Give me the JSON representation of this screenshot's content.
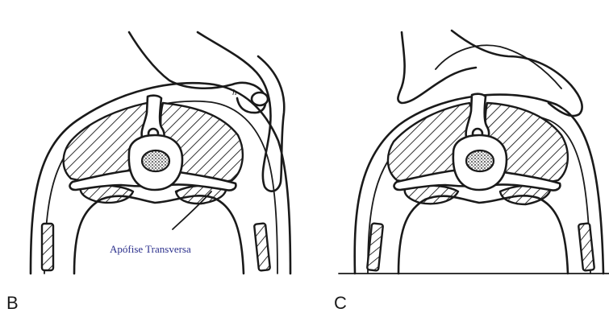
{
  "figure": {
    "panels": [
      {
        "letter": "B",
        "callout": "Apófise Transversa",
        "finger_mark": "h"
      },
      {
        "letter": "C"
      }
    ],
    "colors": {
      "ink": "#1a1a1a",
      "callout": "#2b2f8c",
      "background": "#ffffff"
    }
  }
}
